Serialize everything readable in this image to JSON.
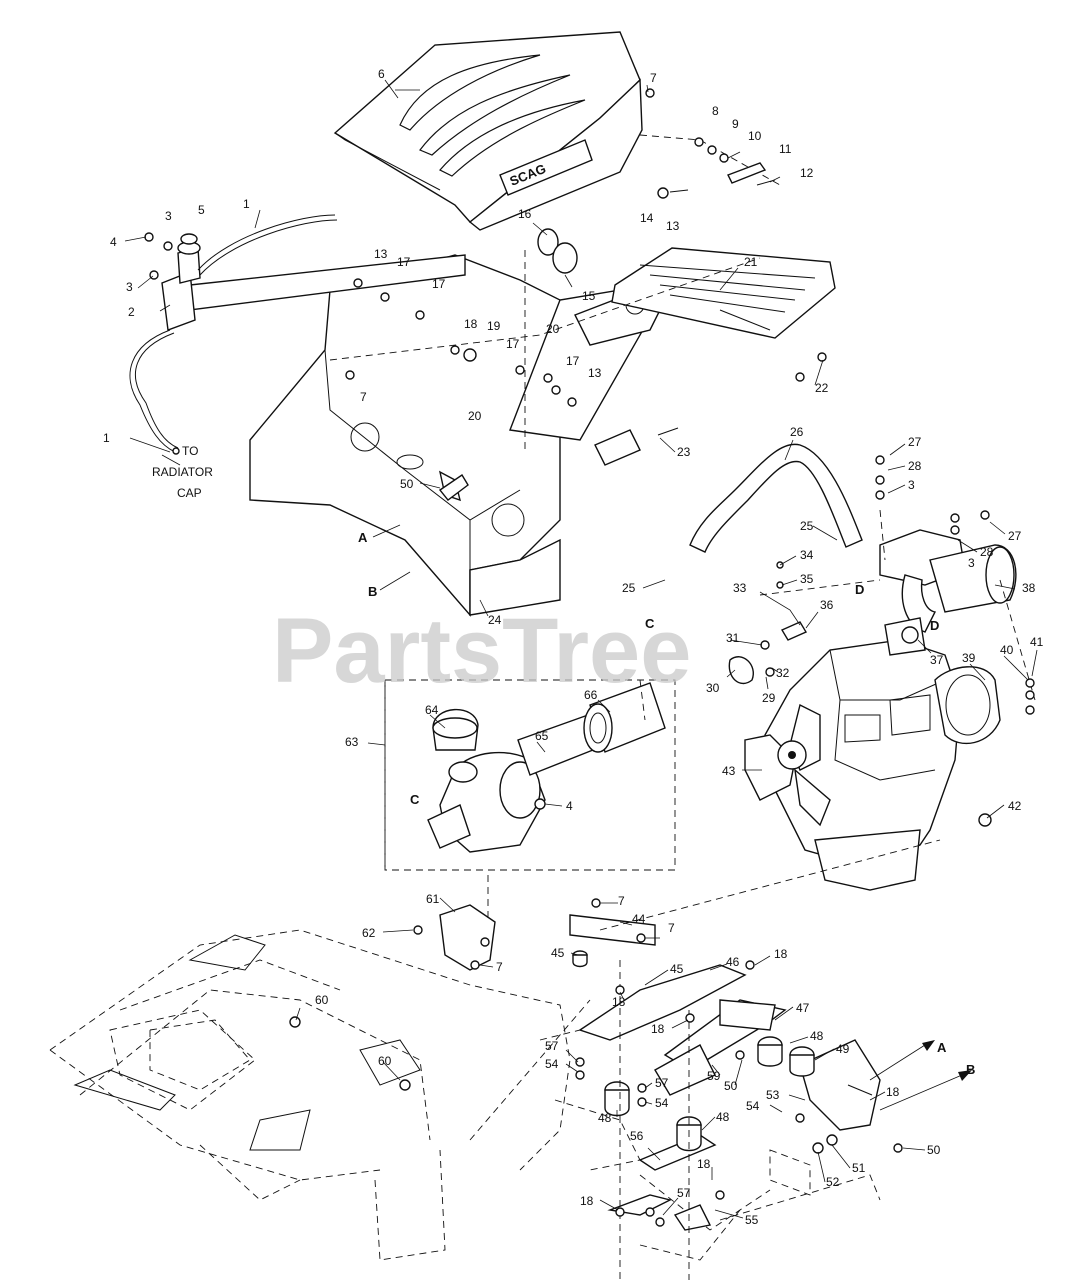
{
  "watermark": "PartsTree",
  "callouts": {
    "c1a": "1",
    "c1b": "1",
    "c2": "2",
    "c3a": "3",
    "c3b": "3",
    "c3c": "3",
    "c3d": "3",
    "c4a": "4",
    "c4b": "4",
    "c5": "5",
    "c6": "6",
    "c7a": "7",
    "c7b": "7",
    "c7c": "7",
    "c7d": "7",
    "c7e": "7",
    "c8": "8",
    "c9": "9",
    "c10": "10",
    "c11": "11",
    "c12": "12",
    "c13a": "13",
    "c13b": "13",
    "c13c": "13",
    "c14": "14",
    "c15": "15",
    "c16": "16",
    "c17a": "17",
    "c17b": "17",
    "c17c": "17",
    "c17d": "17",
    "c18a": "18",
    "c18b": "18",
    "c18c": "18",
    "c18d": "18",
    "c18e": "18",
    "c18f": "18",
    "c18g": "18",
    "c19": "19",
    "c20a": "20",
    "c20b": "20",
    "c21": "21",
    "c22": "22",
    "c23": "23",
    "c24": "24",
    "c25a": "25",
    "c25b": "25",
    "c26": "26",
    "c27a": "27",
    "c27b": "27",
    "c28a": "28",
    "c28b": "28",
    "c29": "29",
    "c30": "30",
    "c31": "31",
    "c32": "32",
    "c33": "33",
    "c34": "34",
    "c35": "35",
    "c36": "36",
    "c37": "37",
    "c38": "38",
    "c39": "39",
    "c40": "40",
    "c41": "41",
    "c42": "42",
    "c43": "43",
    "c44": "44",
    "c45a": "45",
    "c45b": "45",
    "c46": "46",
    "c47": "47",
    "c48a": "48",
    "c48b": "48",
    "c48c": "48",
    "c49": "49",
    "c50a": "50",
    "c50b": "50",
    "c50c": "50",
    "c51": "51",
    "c52": "52",
    "c53": "53",
    "c54a": "54",
    "c54b": "54",
    "c55": "55",
    "c56": "56",
    "c57a": "57",
    "c57b": "57",
    "c59": "59",
    "c60a": "60",
    "c60b": "60",
    "c61": "61",
    "c62": "62",
    "c63": "63",
    "c64": "64",
    "c65": "65",
    "c66": "66"
  },
  "letters": {
    "a1": "A",
    "a2": "A",
    "b1": "B",
    "b2": "B",
    "c1": "C",
    "c2": "C",
    "d1": "D",
    "d2": "D"
  },
  "radiator_note": {
    "line1": "TO",
    "line2": "RADIATOR",
    "line3": "CAP"
  }
}
